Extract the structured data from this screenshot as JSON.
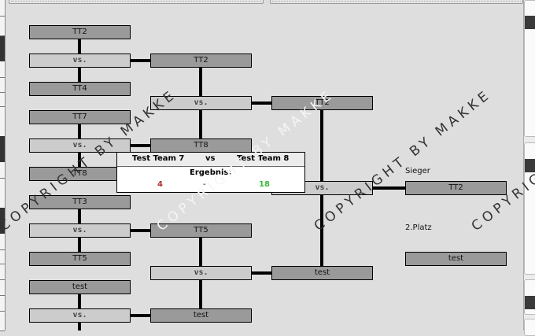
{
  "watermark": "COPYRIGHT BY MAKKE",
  "bracket": {
    "round1": [
      "TT2",
      "vs.",
      "TT4",
      "TT7",
      "vs.",
      "TT8",
      "TT3",
      "vs.",
      "TT5",
      "test",
      "vs."
    ],
    "round2": [
      "TT2",
      "vs.",
      "TT8",
      "TT5",
      "vs.",
      "test"
    ],
    "round3": [
      "TT2",
      "vs.",
      "test"
    ],
    "final": {
      "winner_label": "Sieger",
      "winner": "TT2",
      "second_label": "2.Platz",
      "second": "test"
    }
  },
  "popup": {
    "team1": "Test Team 7",
    "vs": "vs",
    "team2": "Test Team 8",
    "result_label": "Ergebnis:",
    "score1": "4",
    "separator": "-",
    "score2": "18",
    "score1_color": "#b03030",
    "score2_color": "#3cb83c"
  }
}
